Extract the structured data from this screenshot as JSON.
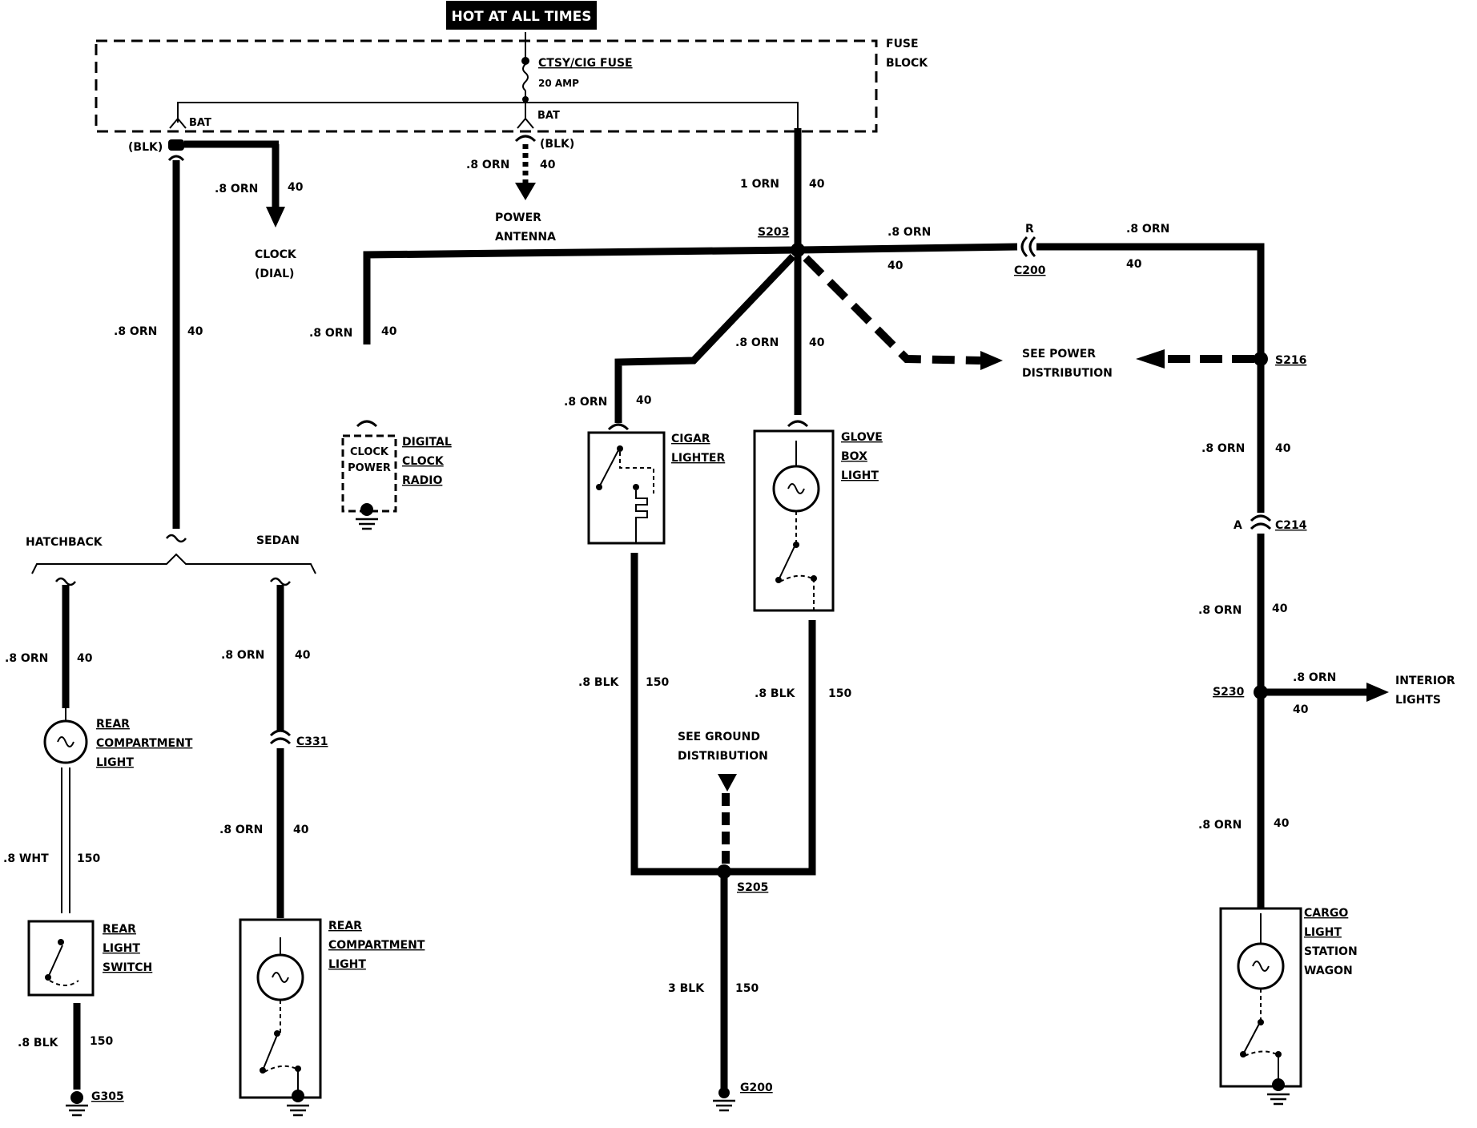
{
  "header": {
    "hot_label": "HOT AT ALL TIMES"
  },
  "fuse_block": {
    "title_line1": "FUSE",
    "title_line2": "BLOCK",
    "fuse_name": "CTSY/CIG FUSE",
    "fuse_rating": "20 AMP",
    "bat_left": "BAT",
    "bat_center": "BAT"
  },
  "wires": {
    "left_connector": "(BLK)",
    "center_connector": "(BLK)",
    "clock_wire_gauge": ".8 ORN",
    "clock_wire_circuit": "40",
    "antenna_wire_gauge": ".8 ORN",
    "antenna_wire_circuit": "40",
    "main_feed_gauge": "1 ORN",
    "main_feed_circuit": "40",
    "left_vertical_gauge": ".8 ORN",
    "left_vertical_circuit": "40",
    "radio_wire_gauge": ".8 ORN",
    "radio_wire_circuit": "40",
    "cigar_wire_gauge": ".8 ORN",
    "cigar_wire_circuit": "40",
    "glove_wire_gauge": ".8 ORN",
    "glove_wire_circuit": "40",
    "s203_right_gauge": ".8 ORN",
    "s203_right_circuit": "40",
    "c200_right_gauge": ".8 ORN",
    "c200_right_circuit": "40",
    "hatch_top_gauge": ".8 ORN",
    "hatch_top_circuit": "40",
    "hatch_mid_gauge": ".8 WHT",
    "hatch_mid_circuit": "150",
    "hatch_bottom_gauge": ".8 BLK",
    "hatch_bottom_circuit": "150",
    "sedan_top_gauge": ".8 ORN",
    "sedan_top_circuit": "40",
    "sedan_bottom_gauge": ".8 ORN",
    "sedan_bottom_circuit": "40",
    "cigar_ground_gauge": ".8 BLK",
    "cigar_ground_circuit": "150",
    "glove_ground_gauge": ".8 BLK",
    "glove_ground_circuit": "150",
    "main_ground_gauge": "3 BLK",
    "main_ground_circuit": "150",
    "s216_down_gauge": ".8 ORN",
    "s216_down_circuit": "40",
    "c214_down_gauge": ".8 ORN",
    "c214_down_circuit": "40",
    "s230_right_gauge": ".8 ORN",
    "s230_right_circuit": "40",
    "cargo_wire_gauge": ".8 ORN",
    "cargo_wire_circuit": "40"
  },
  "components": {
    "clock_line1": "CLOCK",
    "clock_line2": "(DIAL)",
    "antenna_line1": "POWER",
    "antenna_line2": "ANTENNA",
    "radio_inner1": "CLOCK",
    "radio_inner2": "POWER",
    "radio_line1": "DIGITAL",
    "radio_line2": "CLOCK",
    "radio_line3": "RADIO",
    "cigar_line1": "CIGAR",
    "cigar_line2": "LIGHTER",
    "glove_line1": "GLOVE",
    "glove_line2": "BOX",
    "glove_line3": "LIGHT",
    "hatchback": "HATCHBACK",
    "sedan": "SEDAN",
    "rear_light_line1": "REAR",
    "rear_light_line2": "COMPARTMENT",
    "rear_light_line3": "LIGHT",
    "rear_switch_line1": "REAR",
    "rear_switch_line2": "LIGHT",
    "rear_switch_line3": "SWITCH",
    "sedan_light_line1": "REAR",
    "sedan_light_line2": "COMPARTMENT",
    "sedan_light_line3": "LIGHT",
    "cargo_line1": "CARGO",
    "cargo_line2": "LIGHT",
    "cargo_line3": "STATION",
    "cargo_line4": "WAGON",
    "see_power_line1": "SEE POWER",
    "see_power_line2": "DISTRIBUTION",
    "see_ground_line1": "SEE GROUND",
    "see_ground_line2": "DISTRIBUTION",
    "interior_line1": "INTERIOR",
    "interior_line2": "LIGHTS"
  },
  "splices": {
    "s203": "S203",
    "s205": "S205",
    "s216": "S216",
    "s230": "S230"
  },
  "connectors": {
    "c200": "C200",
    "c200_pin": "R",
    "c214": "C214",
    "c214_pin": "A",
    "c331": "C331"
  },
  "grounds": {
    "g305": "G305",
    "g200": "G200"
  }
}
